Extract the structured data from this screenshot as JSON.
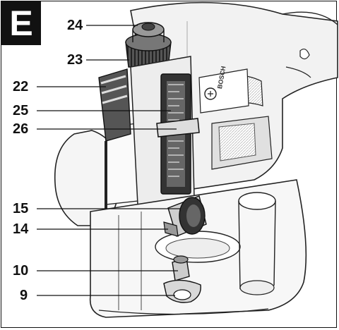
{
  "figure": {
    "section_letter": "E",
    "brand_text": "BOSCH",
    "callouts": [
      {
        "id": "24",
        "text": "24"
      },
      {
        "id": "23",
        "text": "23"
      },
      {
        "id": "22",
        "text": "22"
      },
      {
        "id": "25",
        "text": "25"
      },
      {
        "id": "26",
        "text": "26"
      },
      {
        "id": "15",
        "text": "15"
      },
      {
        "id": "14",
        "text": "14"
      },
      {
        "id": "10",
        "text": "10"
      },
      {
        "id": "9",
        "text": "9"
      }
    ]
  }
}
